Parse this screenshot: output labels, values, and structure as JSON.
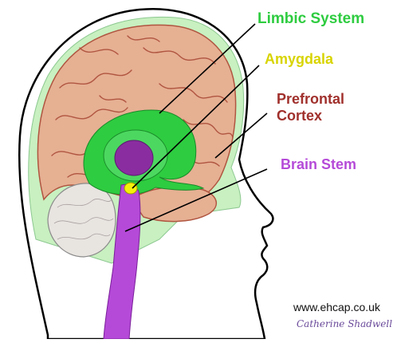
{
  "labels": {
    "limbic_system": "Limbic System",
    "amygdala": "Amygdala",
    "prefrontal_line1": "Prefrontal",
    "prefrontal_line2": "Cortex",
    "brain_stem": "Brain Stem"
  },
  "footer": {
    "website": "www.ehcap.co.uk",
    "artist": "Catherine Shadwell"
  },
  "colors": {
    "limbic": "#2ecc40",
    "amygdala": "#f5f00a",
    "prefrontal": "#a0302c",
    "brain_stem": "#b54ad8",
    "brain_fill": "#e6b093",
    "brain_outline": "#b05540",
    "skull_fill": "#c8f0c0",
    "cerebellum": "#e8e4e0"
  }
}
